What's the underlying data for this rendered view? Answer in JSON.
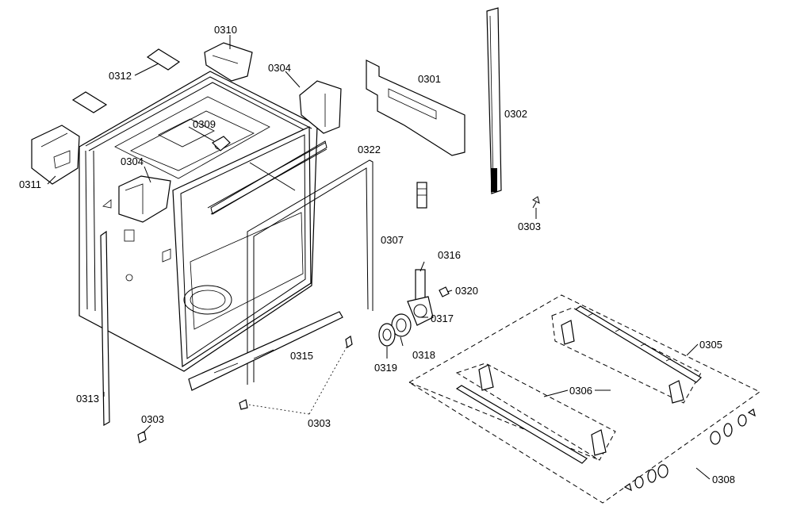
{
  "labels": {
    "p0301": "0301",
    "p0302": "0302",
    "p0303a": "0303",
    "p0303b": "0303",
    "p0303c": "0303",
    "p0304a": "0304",
    "p0304b": "0304",
    "p0305": "0305",
    "p0306": "0306",
    "p0307": "0307",
    "p0308": "0308",
    "p0309": "0309",
    "p0310": "0310",
    "p0311": "0311",
    "p0312": "0312",
    "p0313": "0313",
    "p0315": "0315",
    "p0316": "0316",
    "p0317": "0317",
    "p0318": "0318",
    "p0319": "0319",
    "p0320": "0320",
    "p0322": "0322"
  }
}
